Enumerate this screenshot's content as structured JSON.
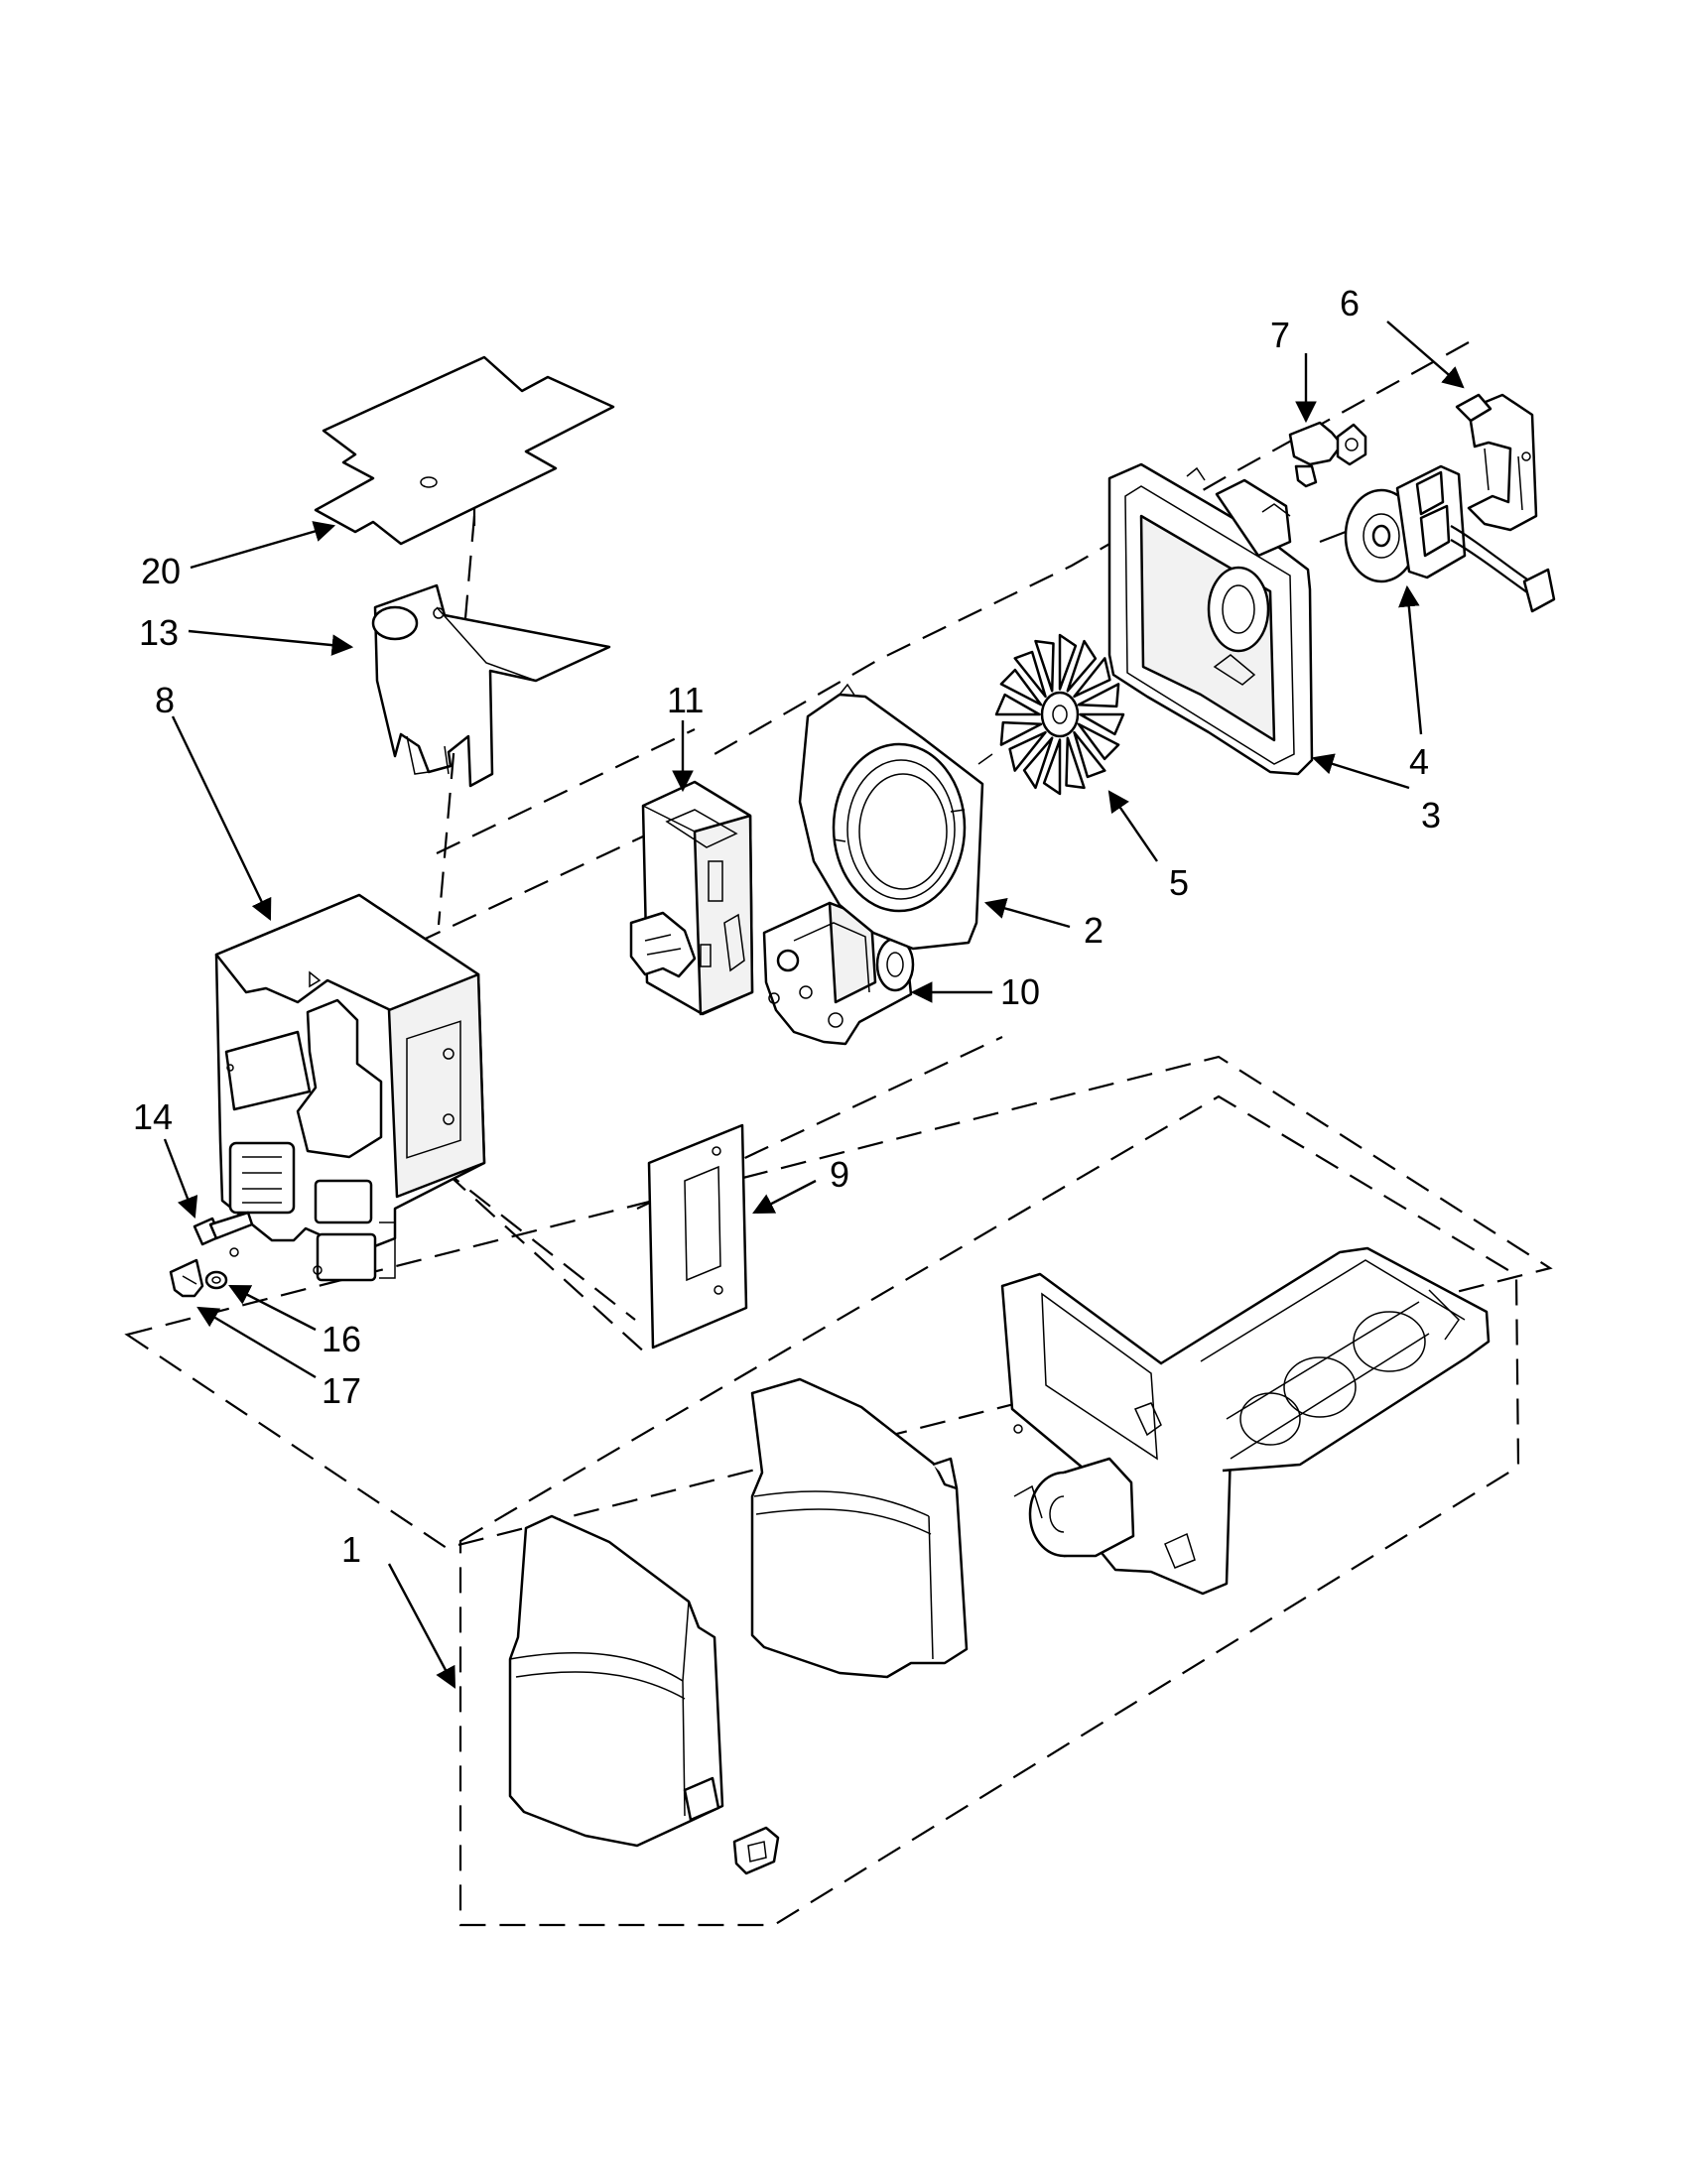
{
  "callouts": [
    "1",
    "2",
    "3",
    "4",
    "5",
    "6",
    "7",
    "8",
    "9",
    "10",
    "11",
    "13",
    "14",
    "16",
    "17",
    "20"
  ],
  "parts": {
    "dispenser_covers": "1",
    "fan_shroud": "2",
    "fan_housing": "3",
    "fan_motor": "4",
    "fan_blade": "5",
    "motor_bracket": "6",
    "motor_clip": "7",
    "control_housing": "8",
    "gasket": "9",
    "drive_motor": "10",
    "switch_module": "11",
    "chute": "13",
    "screw": "14",
    "washer": "16",
    "wing_clip": "17",
    "insulation_sheet": "20"
  }
}
